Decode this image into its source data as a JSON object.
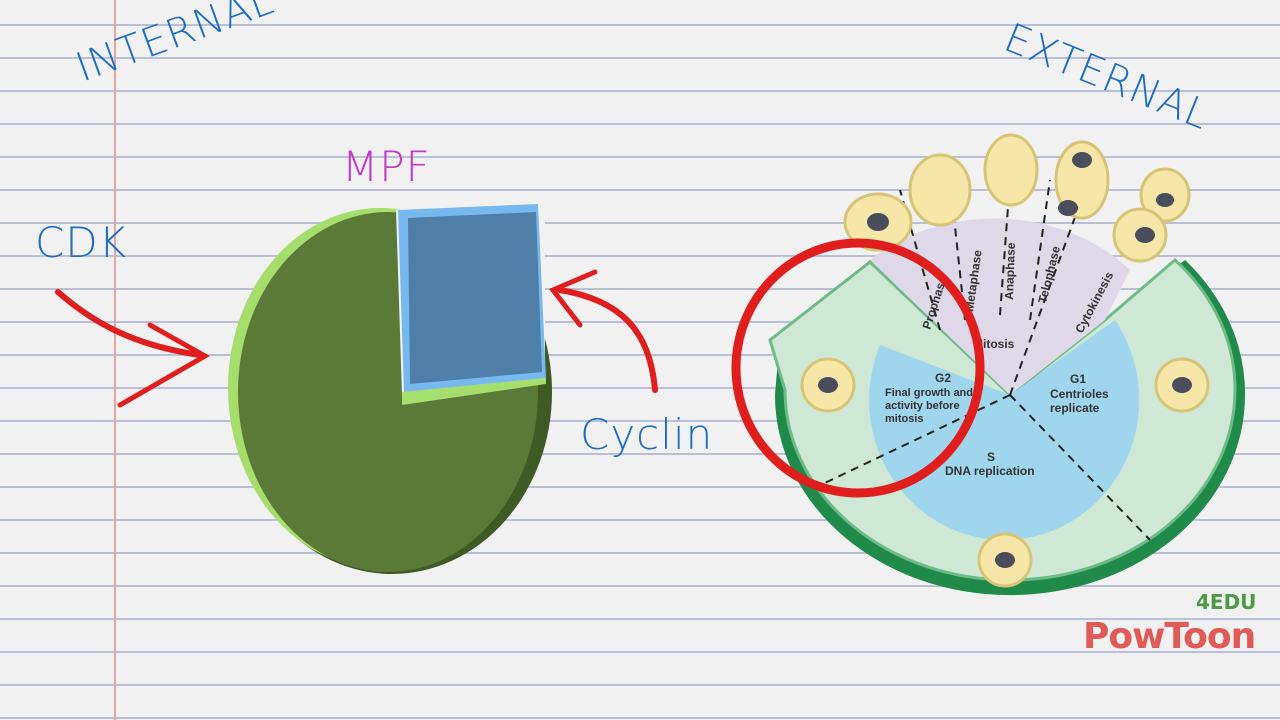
{
  "labels": {
    "internal": "INTERNAL",
    "external": "EXTERNAL",
    "mpf": "MPF",
    "cdk": "CDK",
    "cyclin": "Cyclin"
  },
  "cell_cycle": {
    "phases": [
      "Prophase",
      "Metaphase",
      "Anaphase",
      "Telophase",
      "Cytokinesis"
    ],
    "mitosis": "Mitosis",
    "g2_title": "G2",
    "g2_lines": [
      "Final growth and",
      "activity before",
      "mitosis"
    ],
    "g1_title": "G1",
    "g1_lines": [
      "Centrioles",
      "replicate"
    ],
    "s_title": "S",
    "s_text": "DNA replication"
  },
  "logo": {
    "brand": "PowToon",
    "suffix": "4EDU"
  },
  "colors": {
    "handwriting": "#1e6dc4",
    "mpf": "#c03cc8",
    "arrow": "#e01e1e",
    "pie_green": "#5b7a38",
    "pie_blue": "#4f7ea8"
  }
}
